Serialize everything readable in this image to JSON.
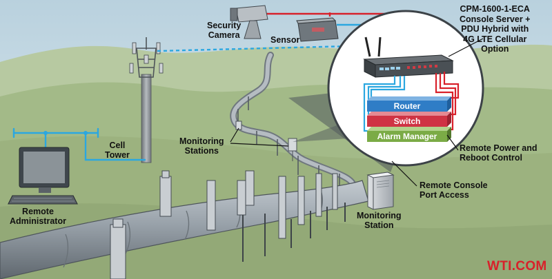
{
  "labels": {
    "security_camera": "Security\nCamera",
    "sensor": "Sensor",
    "device": "CPM-1600-1-ECA\nConsole Server +\nPDU Hybrid with\n4G LTE Cellular\nOption",
    "cell_tower": "Cell\nTower",
    "monitoring_stations": "Monitoring\nStations",
    "remote_administrator": "Remote\nAdministrator",
    "remote_power": "Remote Power and\nReboot Control",
    "remote_console": "Remote Console\nPort Access",
    "monitoring_station": "Monitoring\nStation"
  },
  "blocks": {
    "router": "Router",
    "switch": "Switch",
    "alarm_manager": "Alarm Manager"
  },
  "brand": "WTI.COM",
  "colors": {
    "sky": "#c9dde8",
    "hills": "#a9bf8e",
    "pipe": "#9aa3ab",
    "router_block": "#2f7dc6",
    "switch_block": "#cf3344",
    "alarm_block": "#7bab46",
    "network_line": "#2ba7e0",
    "power_line": "#d8202a",
    "brand": "#d8202a"
  }
}
